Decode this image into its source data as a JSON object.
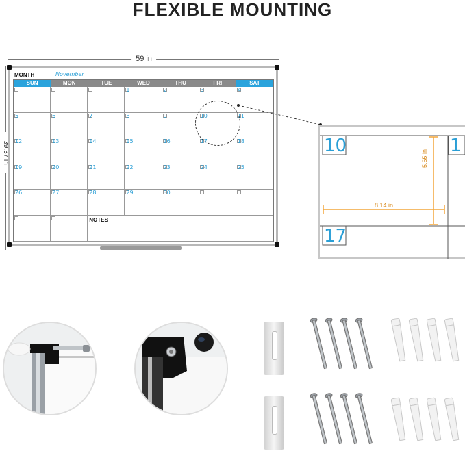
{
  "title": "FLEXIBLE MOUNTING",
  "dimensions": {
    "width": "59   in",
    "height": "39.37 in",
    "zoom_width": "8.14 in",
    "zoom_height": "5.65 in"
  },
  "calendar": {
    "month_label": "MONTH",
    "month_value": "November",
    "days": [
      "SUN",
      "MON",
      "TUE",
      "WED",
      "THU",
      "FRI",
      "SAT"
    ],
    "weeks": [
      [
        "",
        "",
        "",
        "1",
        "2",
        "3",
        "4"
      ],
      [
        "5",
        "6",
        "7",
        "8",
        "9",
        "10",
        "11"
      ],
      [
        "12",
        "13",
        "14",
        "15",
        "16",
        "17",
        "18"
      ],
      [
        "19",
        "20",
        "21",
        "22",
        "23",
        "24",
        "25"
      ],
      [
        "26",
        "27",
        "28",
        "29",
        "30",
        "",
        ""
      ]
    ],
    "notes_label": "NOTES"
  },
  "zoom": {
    "top_num": "10",
    "right_num": "1",
    "bottom_num": "17"
  },
  "colors": {
    "accent_blue": "#2a9fd6",
    "day_header_gray": "#8a8a8a",
    "day_header_blue": "#2aa3dc"
  },
  "icons": {
    "mount_clip": "black-corner-bracket",
    "screws": "screw-icon",
    "anchors": "wall-anchor-icon",
    "brackets": "metal-bracket-icon"
  }
}
